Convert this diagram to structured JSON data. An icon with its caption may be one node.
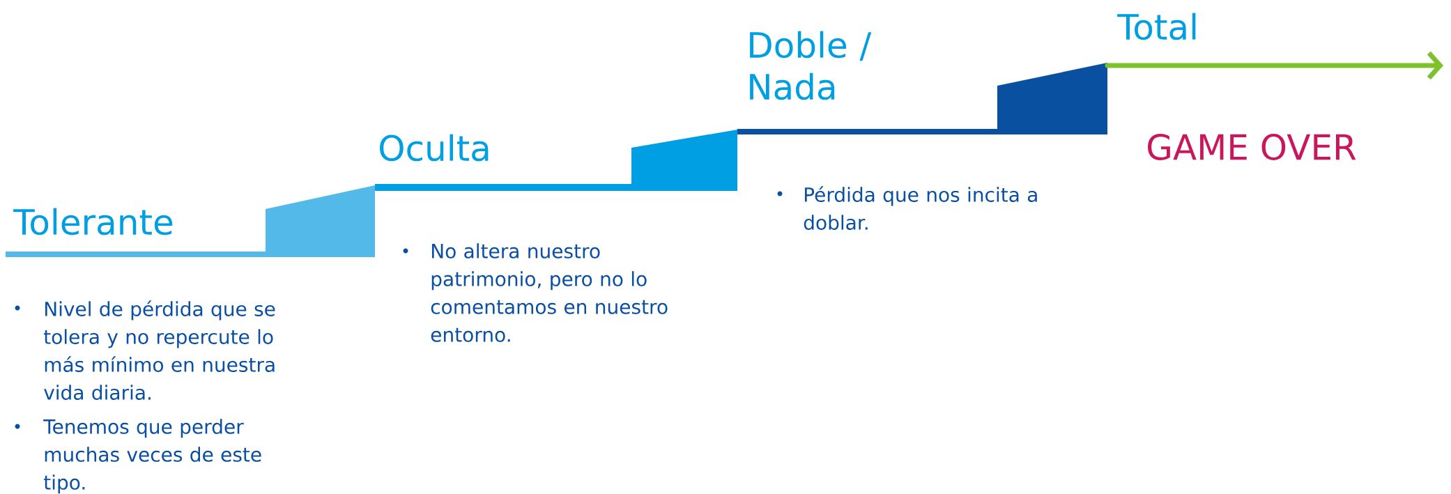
{
  "diagram": {
    "nodes": [
      {
        "text": [
          "Tolerante",
          "Nivel de pérdida que se tolera y no repercute lo más mínimo en nuestra vida diaria.",
          "Tenemos que perder muchas veces de este tipo."
        ]
      },
      {
        "text": [
          "Oculta",
          "No altera nuestro patrimonio, pero no lo comentamos en nuestro entorno."
        ]
      },
      {
        "text": [
          "Doble / Nada",
          "Pérdida que nos incita a doblar."
        ]
      },
      {
        "text": [
          "Total",
          "GAME OVER"
        ]
      }
    ]
  }
}
